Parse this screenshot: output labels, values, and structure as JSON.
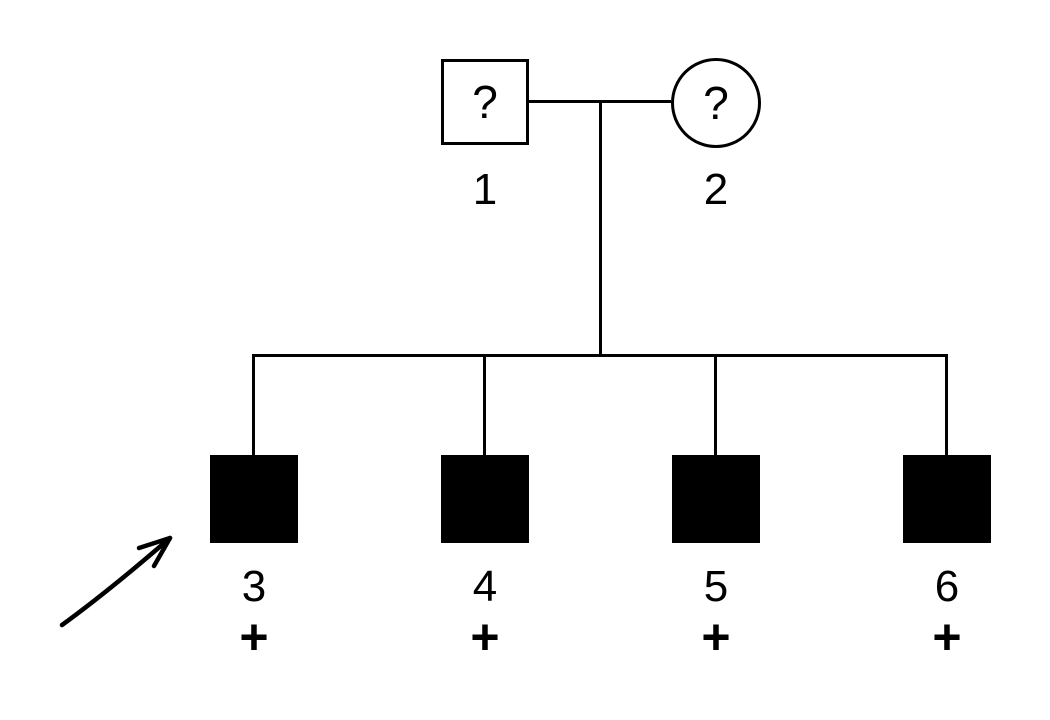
{
  "pedigree": {
    "generation1": {
      "father": {
        "label": "1",
        "sex": "male",
        "status": "unknown",
        "symbol_text": "?"
      },
      "mother": {
        "label": "2",
        "sex": "female",
        "status": "unknown",
        "symbol_text": "?"
      }
    },
    "children": [
      {
        "label": "3",
        "sex": "male",
        "status": "affected",
        "marker": "+",
        "proband": true
      },
      {
        "label": "4",
        "sex": "male",
        "status": "affected",
        "marker": "+",
        "proband": false
      },
      {
        "label": "5",
        "sex": "male",
        "status": "affected",
        "marker": "+",
        "proband": false
      },
      {
        "label": "6",
        "sex": "male",
        "status": "affected",
        "marker": "+",
        "proband": false
      }
    ],
    "colors": {
      "affected_fill": "#000000",
      "line": "#000000",
      "background": "#ffffff"
    }
  }
}
